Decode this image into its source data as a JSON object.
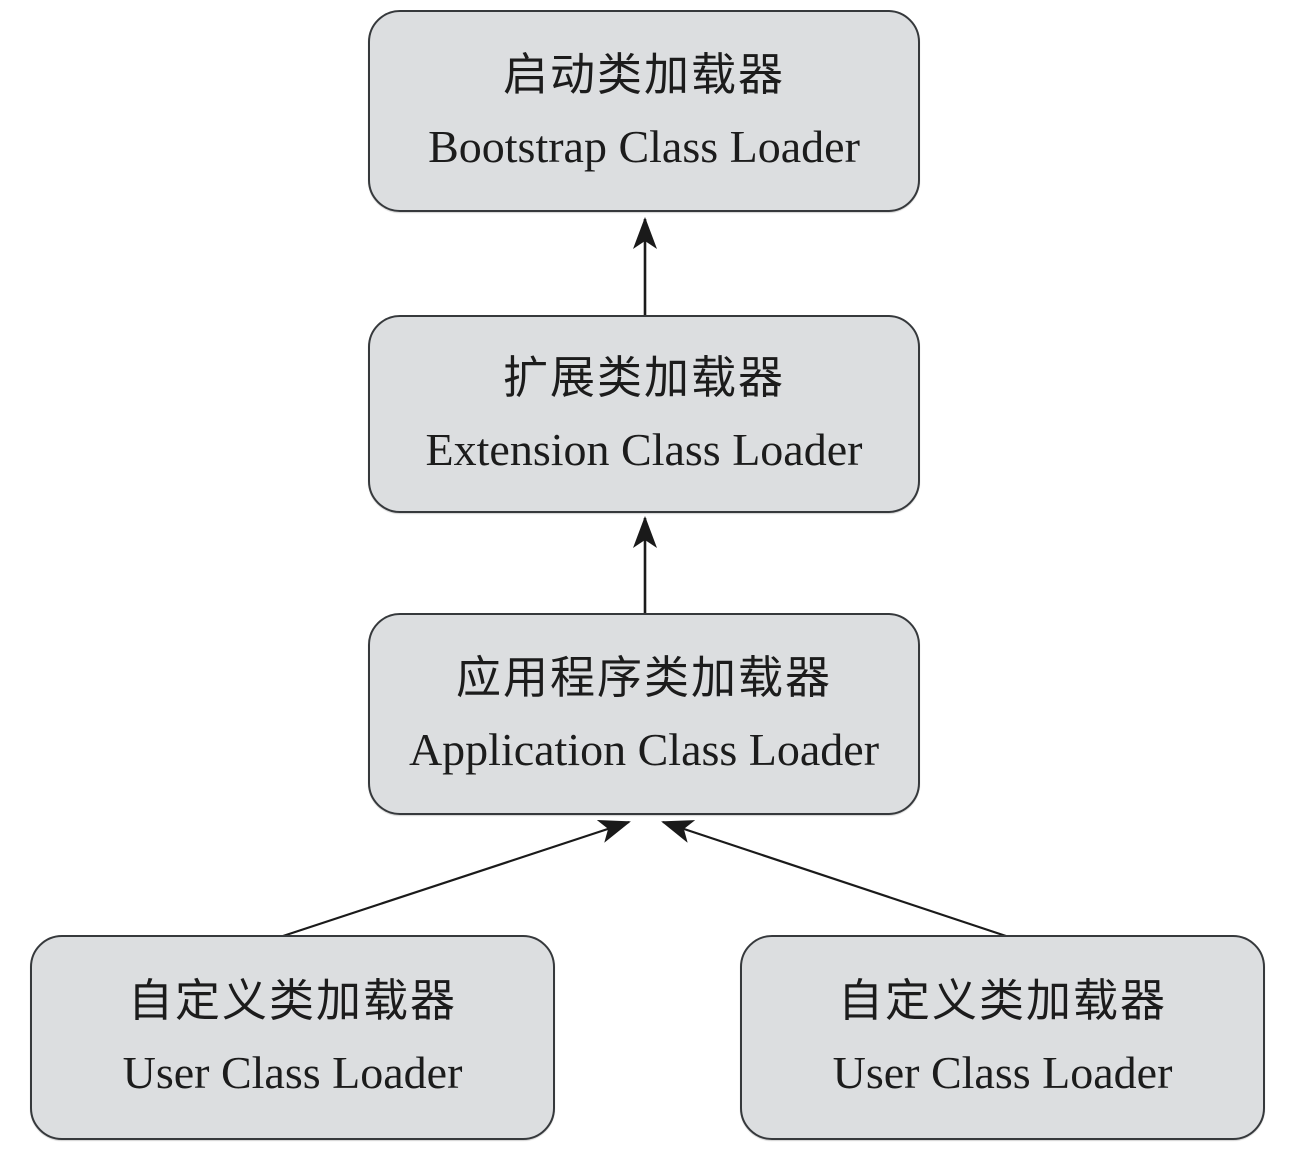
{
  "diagram": {
    "description": "Class loader delegation hierarchy",
    "colors": {
      "background": "#ffffff",
      "node_fill": "#dcdee0",
      "node_border": "#36393c",
      "arrow": "#1a1a1a",
      "text": "#1c1c1c"
    },
    "nodes": [
      {
        "id": "bootstrap",
        "label_zh": "启动类加载器",
        "label_en": "Bootstrap Class Loader"
      },
      {
        "id": "extension",
        "label_zh": "扩展类加载器",
        "label_en": "Extension Class Loader"
      },
      {
        "id": "application",
        "label_zh": "应用程序类加载器",
        "label_en": "Application Class Loader"
      },
      {
        "id": "user-left",
        "label_zh": "自定义类加载器",
        "label_en": "User Class Loader"
      },
      {
        "id": "user-right",
        "label_zh": "自定义类加载器",
        "label_en": "User Class Loader"
      }
    ],
    "edges": [
      {
        "from": "extension",
        "to": "bootstrap"
      },
      {
        "from": "application",
        "to": "extension"
      },
      {
        "from": "user-left",
        "to": "application"
      },
      {
        "from": "user-right",
        "to": "application"
      }
    ]
  }
}
